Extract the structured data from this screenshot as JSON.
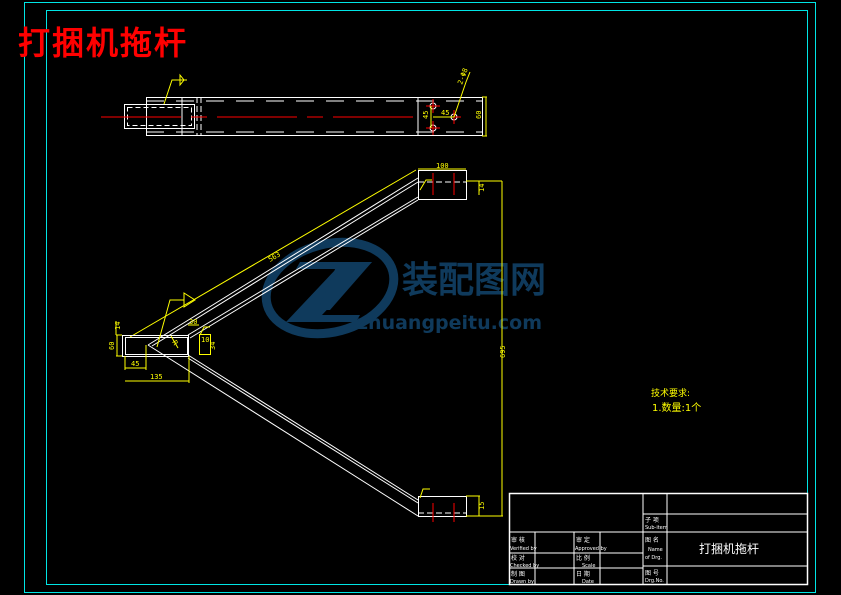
{
  "drawing": {
    "title": "打捆机拖杆",
    "colors": {
      "background": "#000000",
      "frame": "#00e5e5",
      "outline": "#ffffff",
      "dimension": "#ffff00",
      "centerline": "#ff0000",
      "title": "#ff0000",
      "watermark": "#0f3a5c"
    }
  },
  "top_view": {
    "dimensions": {
      "hole_spacing_v": "45",
      "hole_spacing_h": "45",
      "height": "60",
      "holes_callout": "2-Φ8"
    }
  },
  "front_view": {
    "dimensions": {
      "top_block_width": "100",
      "top_block_small": "14",
      "arm_length": "563",
      "overall_height": "695",
      "left_block_height": "60",
      "left_block_top": "14",
      "left_offset": "45",
      "left_length": "135",
      "angle_r": "R",
      "plate_w": "30",
      "plate_h": "10",
      "plate_side": "34",
      "bottom_block_small": "15"
    }
  },
  "technical_requirements": {
    "heading": "技术要求:",
    "item1": "1.数量:1个"
  },
  "watermark": {
    "cn": "装配图网",
    "url": "zhuangpeitu.com"
  },
  "title_block": {
    "subitem_cn": "子 项",
    "subitem_en": "Sub-item",
    "name_cn": "图 名",
    "name_en1": "Name",
    "name_en2": "of Drg.",
    "name_value": "打捆机拖杆",
    "drgno_cn": "图 号",
    "drgno_en": "Drg.No.",
    "verified_cn": "审 核",
    "verified_en": "Verified by",
    "approved_cn": "审 定",
    "approved_en": "Approved by",
    "checked_cn": "校 对",
    "checked_en": "Checked by",
    "scale_cn": "比 例",
    "scale_en": "Scale",
    "drawn_cn": "制 图",
    "drawn_en": "Drawn by",
    "date_cn": "日 期",
    "date_en": "Date"
  }
}
